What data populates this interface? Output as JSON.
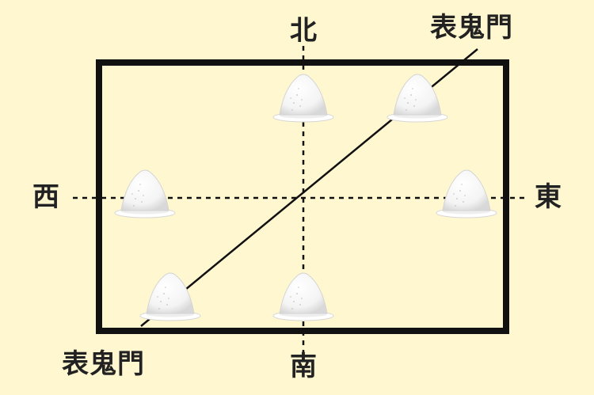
{
  "directions": {
    "north": "北",
    "south": "南",
    "west": "西",
    "east": "東"
  },
  "gates": {
    "northeast": "表鬼門",
    "southwest": "表鬼門"
  },
  "salt_mounds": {
    "icon": "salt-mound-icon",
    "count": 6
  },
  "colors": {
    "background": "#fff7d0",
    "line": "#111111",
    "salt": "#f7f7f7"
  }
}
